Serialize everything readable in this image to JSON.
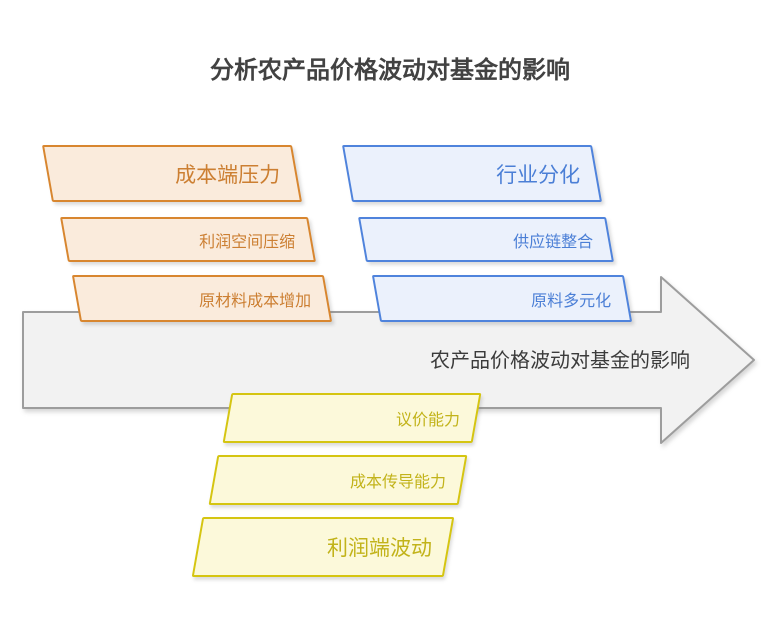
{
  "title": "分析农产品价格波动对基金的影响",
  "arrow": {
    "label": "农产品价格波动对基金的影响"
  },
  "groups": {
    "cost": {
      "header": "成本端压力",
      "rows": [
        "利润空间压缩",
        "原材料成本增加"
      ]
    },
    "industry": {
      "header": "行业分化",
      "rows": [
        "供应链整合",
        "原料多元化"
      ]
    },
    "profit": {
      "header": "利润端波动",
      "rows": [
        "议价能力",
        "成本传导能力"
      ]
    }
  },
  "colors": {
    "canvas-bg": "#FFFFFF",
    "title-text": "#424242",
    "orange-border": "#D8862F",
    "orange-bg": "#FAEBDC",
    "orange-text": "#CC7F32",
    "blue-border": "#4F83DC",
    "blue-bg": "#EBF1FC",
    "blue-text": "#4B7FD6",
    "yellow-border": "#D5C511",
    "yellow-bg": "#FCF9DA",
    "yellow-text": "#C2B31A",
    "arrow-fill": "#F2F2F2",
    "arrow-stroke": "#9D9D9D",
    "arrow-text": "#3B3B3B"
  }
}
